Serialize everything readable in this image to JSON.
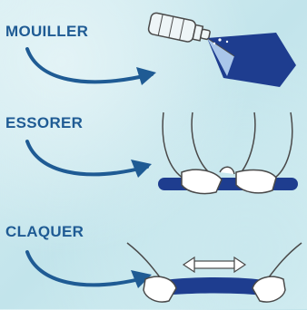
{
  "steps": [
    {
      "label": "MOUILLER"
    },
    {
      "label": "ESSORER"
    },
    {
      "label": "CLAQUER"
    }
  ],
  "colors": {
    "label": "#1f5b94",
    "arrow": "#1f5b94",
    "towel_dark": "#1e3d8f",
    "towel_light": "#a9c6ea",
    "outline": "#4a4a4a",
    "bottle": "#eef5f7"
  },
  "icons": [
    "water-bottle-icon",
    "towel-icon",
    "hands-wringing-icon",
    "hands-snapping-icon",
    "double-arrow-icon"
  ]
}
